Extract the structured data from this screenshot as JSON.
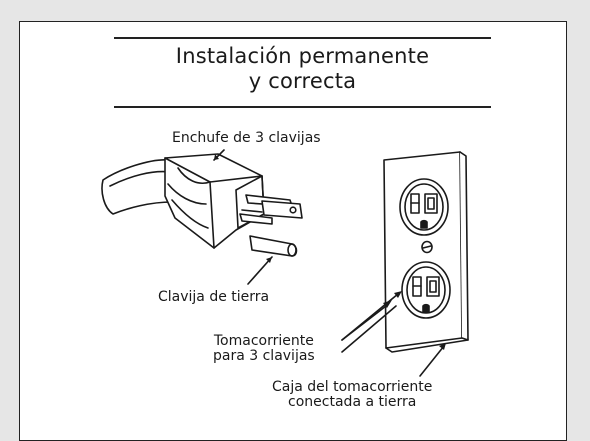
{
  "title": {
    "line1": "Instalación permanente",
    "line2": "y correcta"
  },
  "labels": {
    "plug": "Enchufe de 3 clavijas",
    "ground_pin": "Clavija de tierra",
    "outlet_line1": "Tomacorriente",
    "outlet_line2": "para 3 clavijas",
    "box_line1": "Caja del tomacorriente",
    "box_line2": "conectada a tierra"
  },
  "colors": {
    "background": "#e6e6e6",
    "panel": "#ffffff",
    "ink": "#1a1a1a"
  },
  "icons": [
    "three-prong-plug-icon",
    "grounded-duplex-outlet-icon"
  ]
}
